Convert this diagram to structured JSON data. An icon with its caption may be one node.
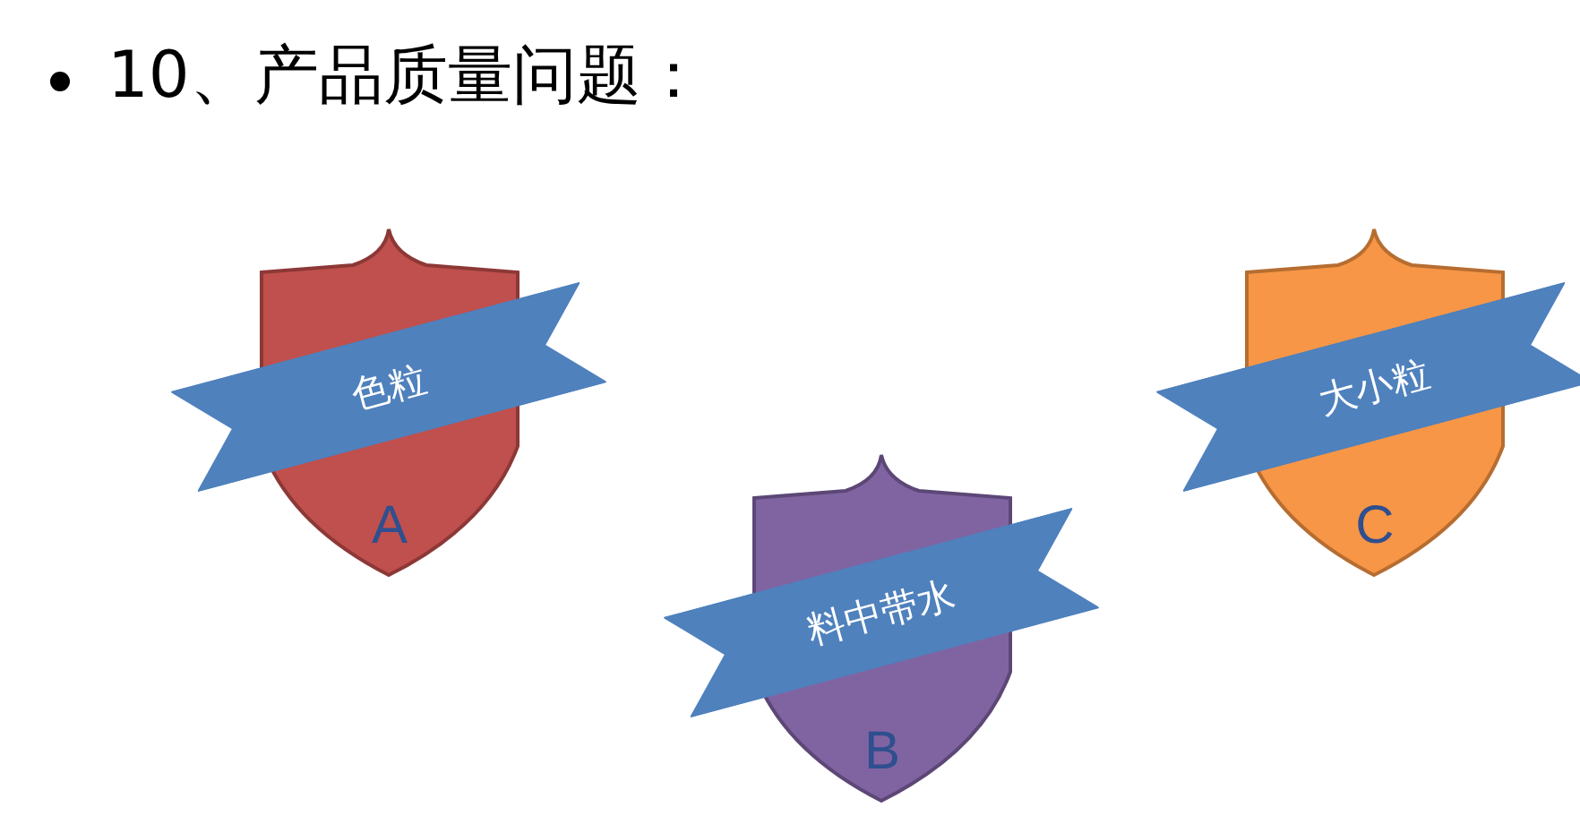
{
  "diagram": {
    "title": "10、产品质量问题：",
    "nodes": [
      {
        "text": [
          "色粒",
          "A"
        ]
      },
      {
        "text": [
          "料中带水",
          "B"
        ]
      },
      {
        "text": [
          "大小粒",
          "C"
        ]
      }
    ]
  }
}
